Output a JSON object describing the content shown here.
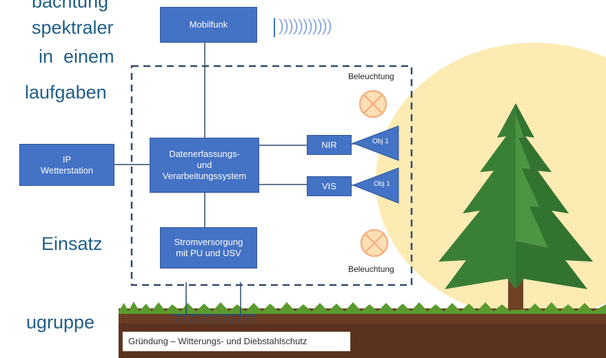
{
  "side_text": {
    "line1": "bachtung",
    "line2": "spektraler",
    "line3": "in  einem",
    "line4": "laufgaben",
    "line5": "Einsatz",
    "line6": "ugruppe"
  },
  "diagram": {
    "mobilfunk": "Mobilfunk",
    "ip_wetterstation_line1": "IP",
    "ip_wetterstation_line2": "Wetterstation",
    "datenerfassung_line1": "Datenerfassungs-",
    "datenerfassung_line2": "und",
    "datenerfassung_line3": "Verarbeitungssystem",
    "nir": "NIR",
    "vis": "VIS",
    "obj1_top": "Obj 1",
    "obj1_bottom": "Obj 1",
    "strom_line1": "Stromversorgung",
    "strom_line2": "mit PU und USV",
    "beleuchtung_top": "Beleuchtung",
    "beleuchtung_bottom": "Beleuchtung",
    "gruendung": "Gründung – Witterungs- und Diebstahlschutz",
    "wireless_signal": ")))))))))))"
  },
  "colors": {
    "box_blue": "#4472c4",
    "text_blue": "#1f5e86",
    "dash_blue": "#2f4a6b",
    "light_yellow": "#fbe7a6",
    "lamp_orange": "#f4b183",
    "tree_green": "#3f8a3c",
    "soil_brown": "#6b3d24",
    "grass_green": "#5a9a2e"
  }
}
